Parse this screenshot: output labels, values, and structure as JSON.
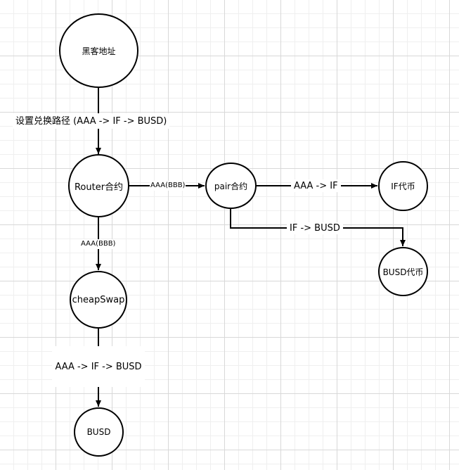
{
  "nodes": {
    "hacker_address": "黑客地址",
    "router_contract": "Router合约",
    "pair_contract": "pair合约",
    "if_token": "IF代币",
    "busd_token": "BUSD代币",
    "cheap_swap": "cheapSwap",
    "busd_result": "BUSD"
  },
  "edges": {
    "set_swap_path": "设置兑换路径 (AAA -> IF -> BUSD)",
    "router_to_pair": "AAA(BBB)",
    "router_to_cheapswap": "AAA(BBB)",
    "pair_to_if": "AAA -> IF",
    "pair_to_busd": "IF -> BUSD",
    "cheapswap_to_busd": "AAA -> IF -> BUSD"
  },
  "colors": {
    "line": "#000000",
    "node_fill": "#ffffff",
    "grid_major": "#d8d8d8",
    "grid_minor": "#efefef"
  }
}
